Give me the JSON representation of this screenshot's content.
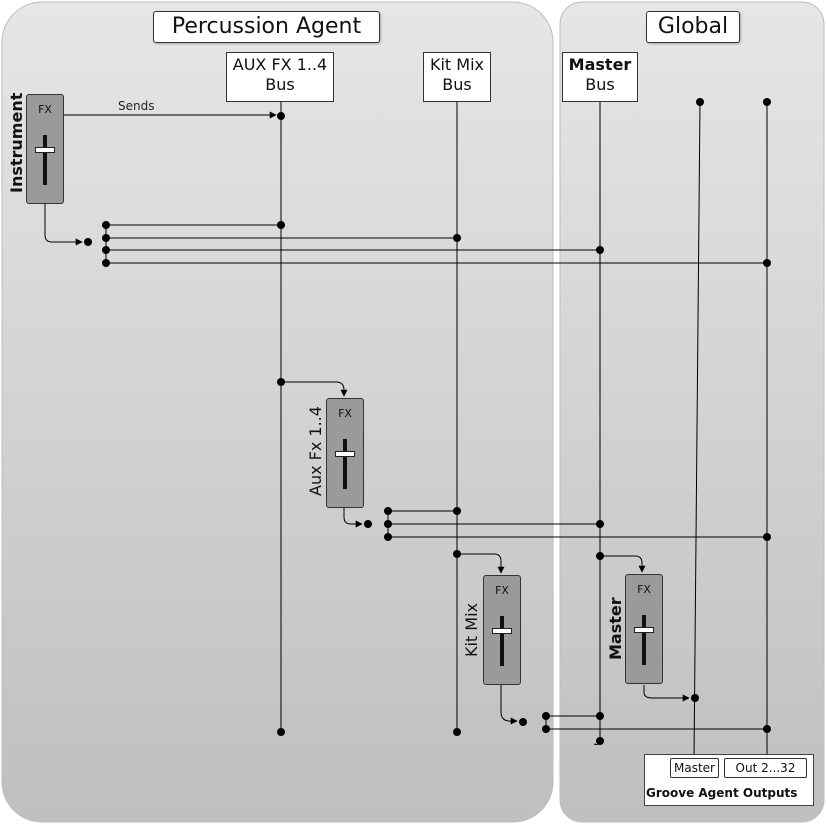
{
  "panels": {
    "percussion_agent": "Percussion Agent",
    "global": "Global"
  },
  "buses": {
    "aux_fx": [
      "AUX FX 1..4",
      "Bus"
    ],
    "kit_mix": [
      "Kit Mix",
      "Bus"
    ],
    "master": [
      "Master",
      "Bus"
    ]
  },
  "sends_label": "Sends",
  "channel_strips": [
    {
      "name": "Instrument",
      "fx": "FX"
    },
    {
      "name": "Aux Fx 1..4",
      "fx": "FX"
    },
    {
      "name": "Kit Mix",
      "fx": "FX"
    },
    {
      "name": "Master",
      "fx": "FX"
    }
  ],
  "outputs": {
    "caption": "Groove Agent Outputs",
    "items": [
      "Master",
      "Out 2...32"
    ]
  },
  "colors": {
    "panel_light": "#e4e4e4",
    "panel_dark": "#c0c0c0",
    "strip": "#9a9a9a",
    "line": "#000000"
  }
}
